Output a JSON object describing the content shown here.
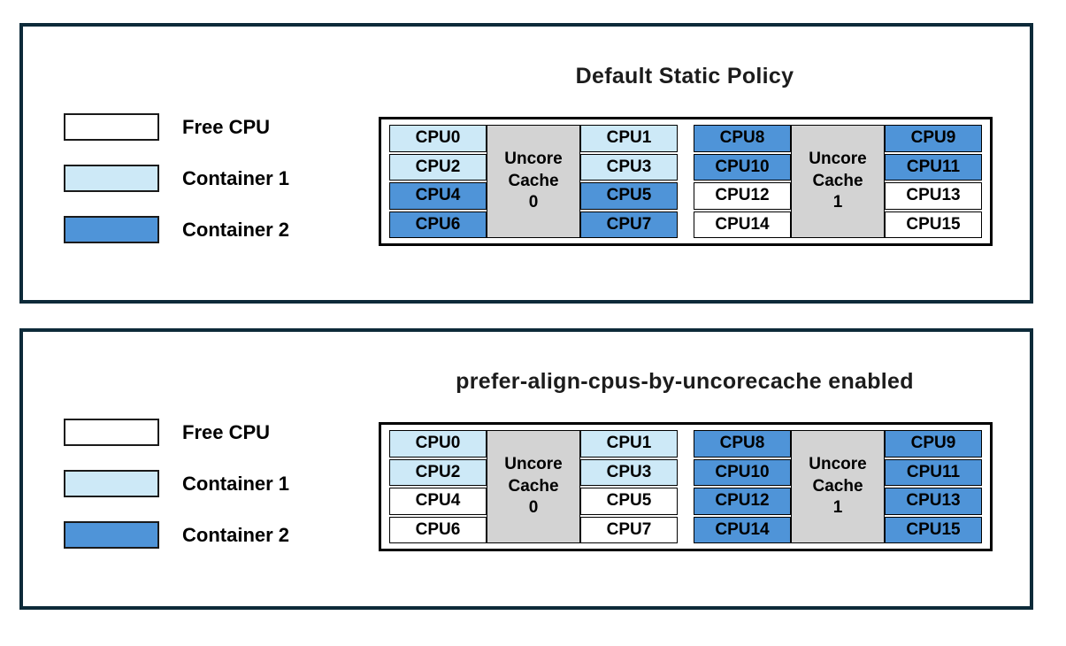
{
  "colors": {
    "free": "#ffffff",
    "container1": "#cde9f7",
    "container2": "#4f94d8",
    "cache_gray": "#d3d3d3",
    "panel_border": "#0d2a39",
    "cell_border": "#000000"
  },
  "legend": {
    "items": [
      {
        "id": "free",
        "label": "Free CPU"
      },
      {
        "id": "container1",
        "label": "Container 1"
      },
      {
        "id": "container2",
        "label": "Container 2"
      }
    ]
  },
  "panels": [
    {
      "id": "default-static-policy",
      "title": "Default Static Policy",
      "groups": [
        {
          "cache_lines": [
            "Uncore",
            "Cache",
            "0"
          ],
          "left": [
            {
              "cpu": "CPU0",
              "state": "container1"
            },
            {
              "cpu": "CPU2",
              "state": "container1"
            },
            {
              "cpu": "CPU4",
              "state": "container2"
            },
            {
              "cpu": "CPU6",
              "state": "container2"
            }
          ],
          "right": [
            {
              "cpu": "CPU1",
              "state": "container1"
            },
            {
              "cpu": "CPU3",
              "state": "container1"
            },
            {
              "cpu": "CPU5",
              "state": "container2"
            },
            {
              "cpu": "CPU7",
              "state": "container2"
            }
          ]
        },
        {
          "cache_lines": [
            "Uncore",
            "Cache",
            "1"
          ],
          "left": [
            {
              "cpu": "CPU8",
              "state": "container2"
            },
            {
              "cpu": "CPU10",
              "state": "container2"
            },
            {
              "cpu": "CPU12",
              "state": "free"
            },
            {
              "cpu": "CPU14",
              "state": "free"
            }
          ],
          "right": [
            {
              "cpu": "CPU9",
              "state": "container2"
            },
            {
              "cpu": "CPU11",
              "state": "container2"
            },
            {
              "cpu": "CPU13",
              "state": "free"
            },
            {
              "cpu": "CPU15",
              "state": "free"
            }
          ]
        }
      ]
    },
    {
      "id": "prefer-align-cpus-by-uncorecache-enabled",
      "title": "prefer-align-cpus-by-uncorecache enabled",
      "groups": [
        {
          "cache_lines": [
            "Uncore",
            "Cache",
            "0"
          ],
          "left": [
            {
              "cpu": "CPU0",
              "state": "container1"
            },
            {
              "cpu": "CPU2",
              "state": "container1"
            },
            {
              "cpu": "CPU4",
              "state": "free"
            },
            {
              "cpu": "CPU6",
              "state": "free"
            }
          ],
          "right": [
            {
              "cpu": "CPU1",
              "state": "container1"
            },
            {
              "cpu": "CPU3",
              "state": "container1"
            },
            {
              "cpu": "CPU5",
              "state": "free"
            },
            {
              "cpu": "CPU7",
              "state": "free"
            }
          ]
        },
        {
          "cache_lines": [
            "Uncore",
            "Cache",
            "1"
          ],
          "left": [
            {
              "cpu": "CPU8",
              "state": "container2"
            },
            {
              "cpu": "CPU10",
              "state": "container2"
            },
            {
              "cpu": "CPU12",
              "state": "container2"
            },
            {
              "cpu": "CPU14",
              "state": "container2"
            }
          ],
          "right": [
            {
              "cpu": "CPU9",
              "state": "container2"
            },
            {
              "cpu": "CPU11",
              "state": "container2"
            },
            {
              "cpu": "CPU13",
              "state": "container2"
            },
            {
              "cpu": "CPU15",
              "state": "container2"
            }
          ]
        }
      ]
    }
  ]
}
